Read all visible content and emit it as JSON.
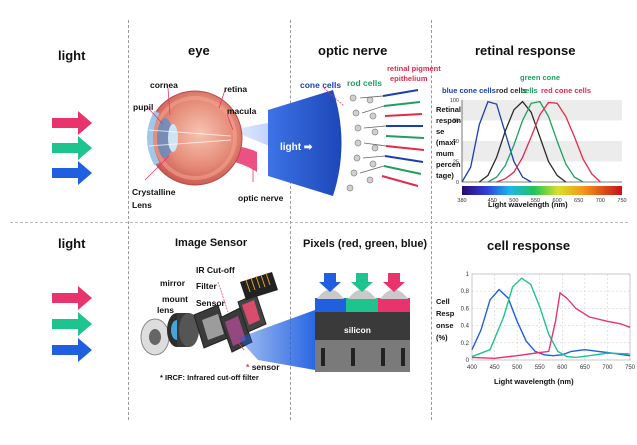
{
  "sections": {
    "light_top": "light",
    "eye": "eye",
    "optic_nerve": "optic nerve",
    "retinal_response": "retinal response",
    "light_bottom": "light",
    "image_sensor": "Image Sensor",
    "pixels": "Pixels (red, green, blue)",
    "cell_response": "cell response"
  },
  "eye_labels": {
    "cornea": "cornea",
    "pupil": "pupil",
    "retina": "retina",
    "macula": "macula",
    "crystalline": "Crystalline",
    "lens": "Lens",
    "optic_nerve": "optic nerve"
  },
  "nerve_labels": {
    "cone_cells": "cone cells",
    "rod_cells": "rod cells",
    "retinal_pigment": "retinal pigment",
    "epithelium": "epithelium",
    "light": "light"
  },
  "sensor_labels": {
    "ir_cutoff": "IR Cut-off",
    "filter": "Filter",
    "sensor_top": "Sensor",
    "mirror": "mirror",
    "mount": "mount",
    "lens": "lens",
    "sensor": "sensor",
    "footnote": "* IRCF: Infrared cut-off filter"
  },
  "pixel_labels": {
    "silicon": "silicon"
  },
  "colors": {
    "red": "#e8336d",
    "green": "#1fc38e",
    "blue": "#1f5fe0",
    "blue_cone": "#1a3fb0",
    "rod": "#2b2b2b",
    "green_cone": "#1fa060",
    "red_cone": "#e02b4a"
  },
  "retinal_chart": {
    "type": "line",
    "ylabel": "Retinal response (maximum percentage)",
    "ylabel_lines": [
      "Retinal",
      "respon",
      "se",
      "(maxi",
      "mum",
      "percen",
      "tage)"
    ],
    "xlabel": "Light wavelength (nm)",
    "xlim": [
      380,
      750
    ],
    "ylim": [
      0,
      100
    ],
    "xticks": [
      "380",
      "450",
      "500",
      "550",
      "600",
      "650",
      "700",
      "750"
    ],
    "yticks": [
      "100",
      "75",
      "50",
      "25",
      "0"
    ],
    "legend": [
      "blue cone cells",
      "rod cells",
      "green cone cells",
      "red cone cells"
    ],
    "series": [
      {
        "name": "blue cone cells",
        "color": "#1a3fb0",
        "x": [
          380,
          400,
          420,
          440,
          460,
          480,
          500,
          520,
          540
        ],
        "y": [
          0,
          18,
          70,
          98,
          95,
          60,
          25,
          6,
          0
        ]
      },
      {
        "name": "rod cells",
        "color": "#2b2b2b",
        "x": [
          420,
          440,
          460,
          480,
          500,
          520,
          540,
          560,
          580,
          600,
          620
        ],
        "y": [
          0,
          8,
          30,
          62,
          88,
          98,
          85,
          55,
          25,
          8,
          0
        ]
      },
      {
        "name": "green cone cells",
        "color": "#1fa060",
        "x": [
          440,
          460,
          480,
          500,
          520,
          540,
          560,
          580,
          600,
          620,
          640,
          660
        ],
        "y": [
          0,
          6,
          20,
          45,
          75,
          96,
          98,
          80,
          50,
          22,
          6,
          0
        ]
      },
      {
        "name": "red cone cells",
        "color": "#e02b4a",
        "x": [
          460,
          480,
          500,
          520,
          540,
          560,
          580,
          600,
          620,
          640,
          660,
          680,
          700
        ],
        "y": [
          0,
          4,
          12,
          30,
          55,
          82,
          97,
          96,
          80,
          55,
          28,
          10,
          0
        ]
      }
    ]
  },
  "cell_chart": {
    "type": "line",
    "ylabel": "Cell Response (%)",
    "ylabel_lines": [
      "Cell",
      "Resp",
      "onse",
      "(%)"
    ],
    "xlabel": "Light wavelength (nm)",
    "xlim": [
      400,
      750
    ],
    "ylim": [
      0,
      1
    ],
    "xticks": [
      "400",
      "450",
      "500",
      "550",
      "600",
      "650",
      "700",
      "750"
    ],
    "yticks": [
      "1",
      "0.8",
      "0.6",
      "0.4",
      "0.2",
      "0"
    ],
    "series": [
      {
        "name": "blue",
        "color": "#1f5fe0",
        "x": [
          400,
          420,
          440,
          460,
          480,
          500,
          520,
          540,
          560,
          580,
          600,
          620,
          650,
          680,
          710,
          750
        ],
        "y": [
          0.12,
          0.35,
          0.7,
          0.82,
          0.72,
          0.45,
          0.22,
          0.1,
          0.06,
          0.05,
          0.06,
          0.1,
          0.12,
          0.1,
          0.08,
          0.05
        ]
      },
      {
        "name": "green",
        "color": "#1fc38e",
        "x": [
          400,
          440,
          470,
          490,
          510,
          530,
          550,
          570,
          590,
          610,
          630,
          660,
          700,
          750
        ],
        "y": [
          0.04,
          0.12,
          0.5,
          0.85,
          0.95,
          0.88,
          0.62,
          0.3,
          0.1,
          0.04,
          0.03,
          0.05,
          0.08,
          0.07
        ]
      },
      {
        "name": "red",
        "color": "#e8336d",
        "x": [
          400,
          450,
          500,
          540,
          570,
          585,
          595,
          610,
          630,
          660,
          700,
          730,
          750
        ],
        "y": [
          0.03,
          0.02,
          0.05,
          0.08,
          0.1,
          0.45,
          0.78,
          0.72,
          0.6,
          0.5,
          0.45,
          0.42,
          0.38
        ]
      }
    ]
  }
}
